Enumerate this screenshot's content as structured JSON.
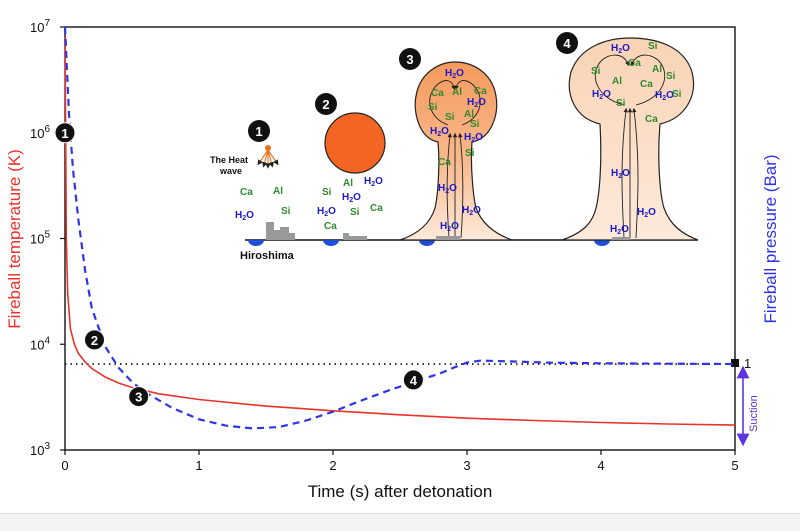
{
  "chart_data": {
    "type": "line",
    "xlabel": "Time (s) after detonation",
    "ylabel_left": "Fireball temperature (K)",
    "ylabel_right": "Fireball pressure (Bar)",
    "xlim": [
      0,
      5
    ],
    "ylim_left": [
      1000,
      10000000
    ],
    "y_scale_left": "log",
    "x_ticks": [
      "0",
      "1",
      "2",
      "3",
      "4",
      "5"
    ],
    "y_ticks_left": [
      {
        "base": "10",
        "exp": "3",
        "value": 1000
      },
      {
        "base": "10",
        "exp": "4",
        "value": 10000
      },
      {
        "base": "10",
        "exp": "5",
        "value": 100000
      },
      {
        "base": "10",
        "exp": "6",
        "value": 1000000
      },
      {
        "base": "10",
        "exp": "7",
        "value": 10000000
      }
    ],
    "right_tick_label": "1",
    "suction_label": "Suction",
    "reference_line": {
      "y": 6500,
      "style": "dotted",
      "color": "#000000"
    },
    "series": [
      {
        "axis": "left",
        "color": "#e8332b",
        "style": "solid",
        "x": [
          0,
          0.005,
          0.01,
          0.02,
          0.04,
          0.07,
          0.1,
          0.15,
          0.2,
          0.3,
          0.4,
          0.5,
          0.7,
          1.0,
          1.5,
          2.0,
          2.5,
          3.0,
          3.5,
          4.0,
          4.5,
          5.0
        ],
        "y": [
          8000000,
          900000,
          100000,
          30000,
          14000,
          10000,
          8200,
          6800,
          5900,
          4900,
          4300,
          3900,
          3400,
          3000,
          2600,
          2350,
          2150,
          2000,
          1900,
          1820,
          1760,
          1720
        ]
      },
      {
        "axis": "left",
        "color": "#2f35e6",
        "style": "dashed",
        "x": [
          0,
          0.03,
          0.06,
          0.1,
          0.15,
          0.2,
          0.3,
          0.4,
          0.5,
          0.6,
          0.8,
          1.0,
          1.2,
          1.4,
          1.6,
          1.8,
          2.0,
          2.2,
          2.4,
          2.6,
          2.8,
          2.9,
          3.0,
          3.1,
          3.3,
          3.6,
          4.0,
          4.5,
          5.0
        ],
        "y": [
          10000000,
          1500000,
          450000,
          150000,
          50000,
          22000,
          9500,
          6000,
          4400,
          3500,
          2500,
          1950,
          1700,
          1600,
          1650,
          1900,
          2300,
          2900,
          3600,
          4400,
          5300,
          6000,
          6700,
          7000,
          6900,
          6700,
          6600,
          6550,
          6500
        ]
      }
    ],
    "chart_markers": [
      {
        "label": "1",
        "x": 0.0,
        "y": 1000000
      },
      {
        "label": "2",
        "x": 0.22,
        "y": 11000
      },
      {
        "label": "3",
        "x": 0.55,
        "y": 3200
      },
      {
        "label": "4",
        "x": 2.6,
        "y": 4600
      }
    ]
  },
  "inset": {
    "stage_numbers": [
      "1",
      "2",
      "3",
      "4"
    ],
    "heat_wave_line1": "The Heat",
    "heat_wave_line2": "wave",
    "location": "Hiroshima",
    "species": {
      "ca": "Ca",
      "al": "Al",
      "si": "Si",
      "h2o_h": "H",
      "h2o_2": "2",
      "h2o_o": "O"
    }
  },
  "colors": {
    "temperature": "#e8332b",
    "pressure": "#2f35e6",
    "fireball": "#f26522",
    "cloud_light": "#fde6d2",
    "cloud_dark": "#f7a168",
    "ground_patch": "#1f4fd6"
  }
}
